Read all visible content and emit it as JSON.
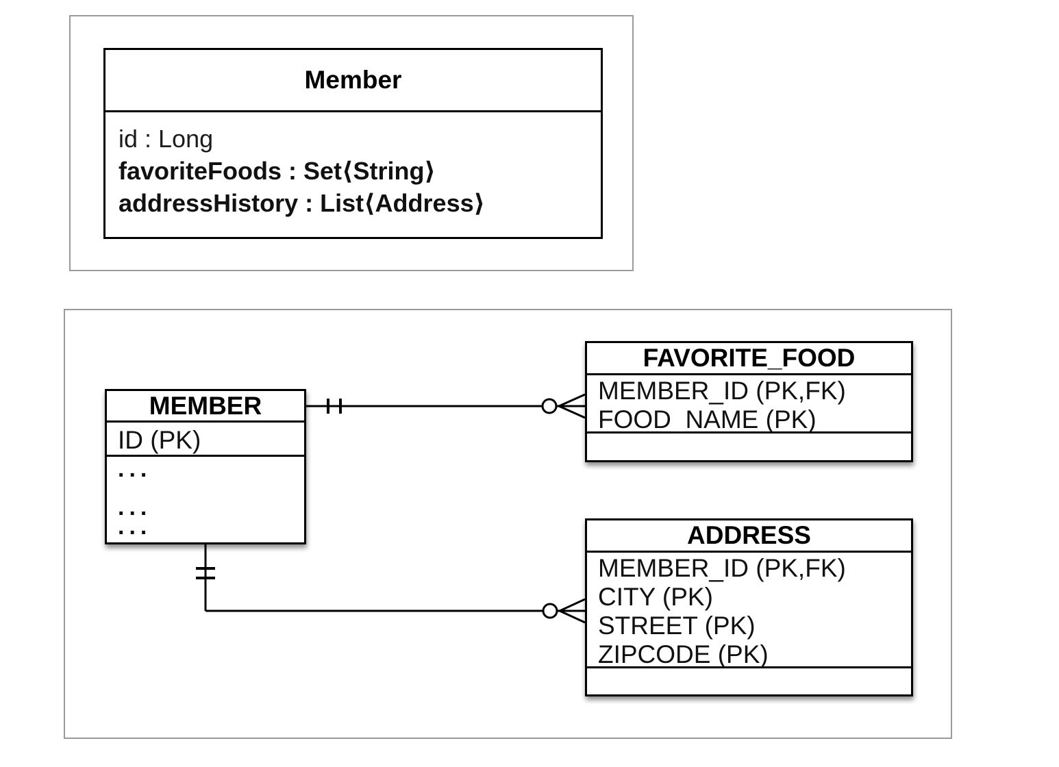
{
  "page": {
    "background": "#ffffff",
    "frame_border_color": "#9a9a9a",
    "line_color": "#000000",
    "table_fill": "#ffffff"
  },
  "uml_class_diagram": {
    "class": {
      "name": "Member",
      "attributes": [
        {
          "label": "id : Long",
          "emphasis": "regular"
        },
        {
          "label": "favoriteFoods : Set⟨String⟩",
          "emphasis": "bold"
        },
        {
          "label": "addressHistory : List⟨Address⟩",
          "emphasis": "bold"
        }
      ]
    }
  },
  "er_diagram": {
    "tables": {
      "member": {
        "name": "MEMBER",
        "columns": [
          "ID (PK)"
        ],
        "ellipsis_rows": [
          "...",
          "...",
          "..."
        ]
      },
      "favorite_food": {
        "name": "FAVORITE_FOOD",
        "columns": [
          "MEMBER_ID (PK,FK)",
          "FOOD_NAME (PK)"
        ]
      },
      "address": {
        "name": "ADDRESS",
        "columns": [
          "MEMBER_ID (PK,FK)",
          "CITY (PK)",
          "STREET (PK)",
          "ZIPCODE (PK)"
        ]
      }
    },
    "relationships": [
      {
        "from": "MEMBER",
        "to": "FAVORITE_FOOD",
        "from_notation": "one-and-only-one",
        "to_notation": "zero-or-many"
      },
      {
        "from": "MEMBER",
        "to": "ADDRESS",
        "from_notation": "one-and-only-one",
        "to_notation": "zero-or-many"
      }
    ]
  }
}
